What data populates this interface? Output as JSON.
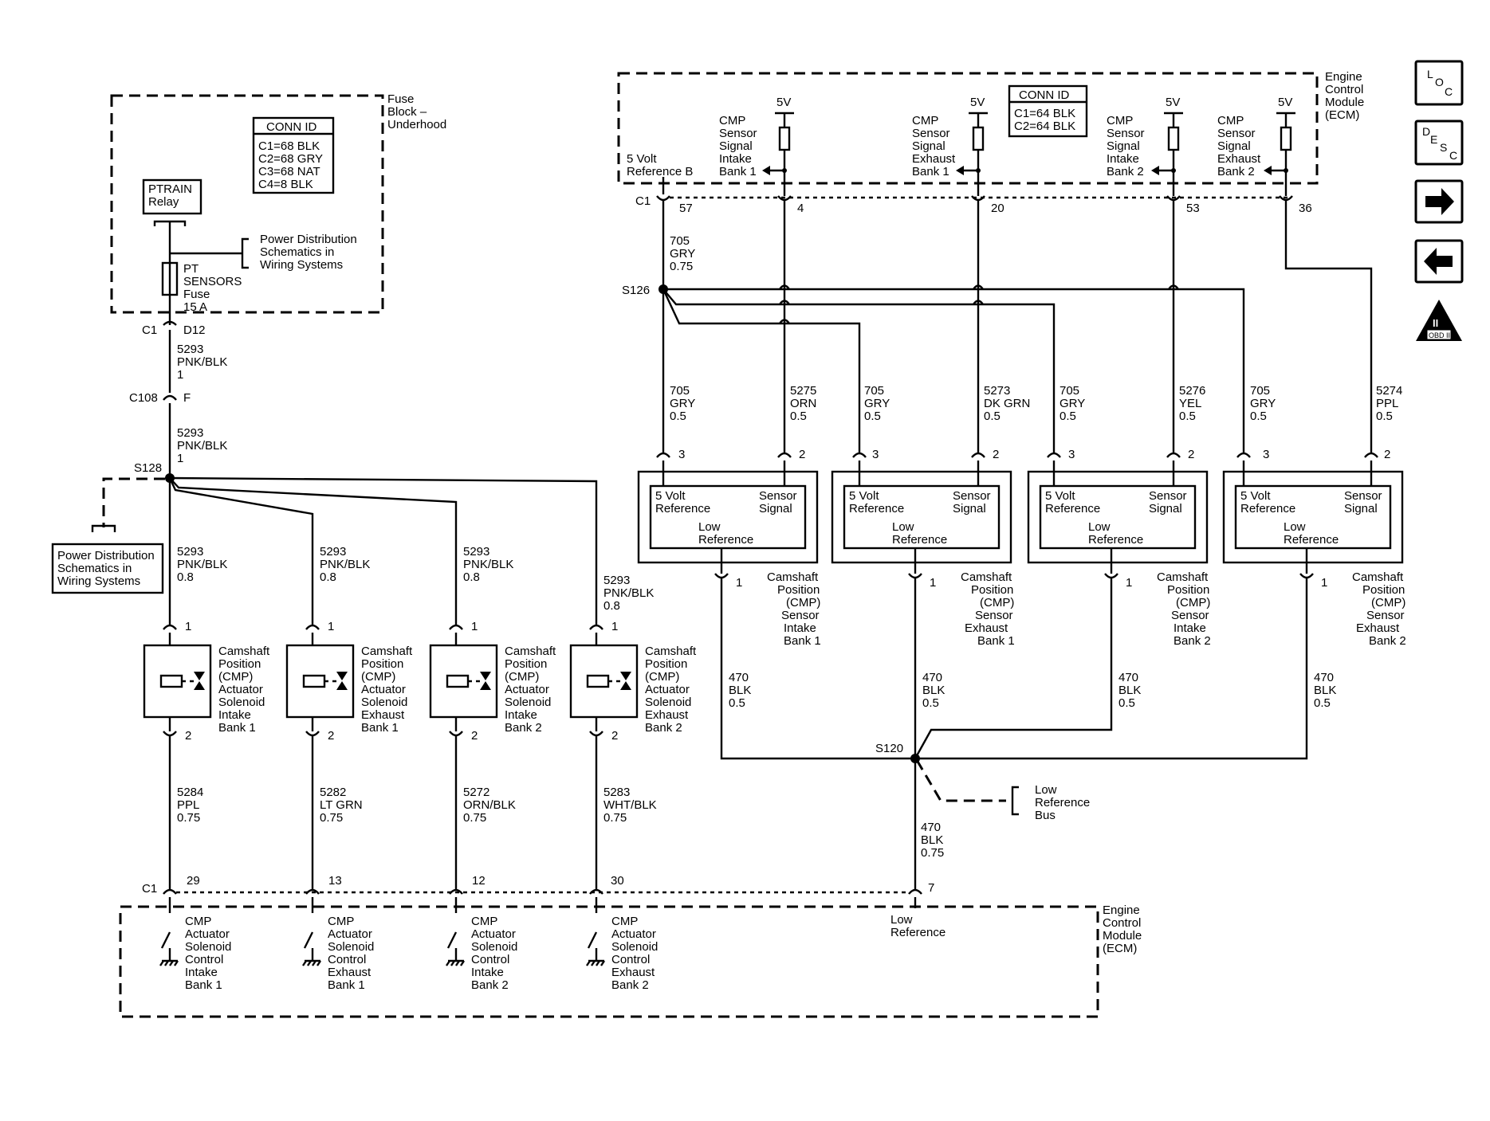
{
  "diagram": {
    "fuse_block": [
      "Fuse",
      "Block –",
      "Underhood"
    ],
    "fuse_conn_id": [
      "CONN ID",
      "C1=68 BLK",
      "C2=68 GRY",
      "C3=68 NAT",
      "C4=8 BLK"
    ],
    "relay": [
      "PTRAIN",
      "Relay"
    ],
    "power_ref_1": [
      "Power Distribution",
      "Schematics in",
      "Wiring Systems"
    ],
    "power_ref_2": [
      "Power Distribution",
      "Schematics in",
      "Wiring Systems"
    ],
    "fuse": [
      "PT",
      "SENSORS",
      "Fuse",
      "15 A"
    ],
    "c1_d12": [
      "C1",
      "D12"
    ],
    "wire_5293_1": [
      "5293",
      "PNK/BLK",
      "1"
    ],
    "c108": [
      "C108",
      "F"
    ],
    "wire_5293_2": [
      "5293",
      "PNK/BLK",
      "1"
    ],
    "s128": "S128",
    "actuator_feeds": [
      [
        "5293",
        "PNK/BLK",
        "0.8"
      ],
      [
        "5293",
        "PNK/BLK",
        "0.8"
      ],
      [
        "5293",
        "PNK/BLK",
        "0.8"
      ],
      [
        "5293",
        "PNK/BLK",
        "0.8"
      ]
    ],
    "actuators": [
      {
        "name": [
          "Camshaft",
          "Position",
          "(CMP)",
          "Actuator",
          "Solenoid",
          "Intake",
          "Bank 1"
        ],
        "wire": [
          "5284",
          "PPL",
          "0.75"
        ],
        "ecm_pin": "29",
        "ecm_label": [
          "CMP",
          "Actuator",
          "Solenoid",
          "Control",
          "Intake",
          "Bank 1"
        ]
      },
      {
        "name": [
          "Camshaft",
          "Position",
          "(CMP)",
          "Actuator",
          "Solenoid",
          "Exhaust",
          "Bank 1"
        ],
        "wire": [
          "5282",
          "LT GRN",
          "0.75"
        ],
        "ecm_pin": "13",
        "ecm_label": [
          "CMP",
          "Actuator",
          "Solenoid",
          "Control",
          "Exhaust",
          "Bank 1"
        ]
      },
      {
        "name": [
          "Camshaft",
          "Position",
          "(CMP)",
          "Actuator",
          "Solenoid",
          "Intake",
          "Bank 2"
        ],
        "wire": [
          "5272",
          "ORN/BLK",
          "0.75"
        ],
        "ecm_pin": "12",
        "ecm_label": [
          "CMP",
          "Actuator",
          "Solenoid",
          "Control",
          "Intake",
          "Bank 2"
        ]
      },
      {
        "name": [
          "Camshaft",
          "Position",
          "(CMP)",
          "Actuator",
          "Solenoid",
          "Exhaust",
          "Bank 2"
        ],
        "wire": [
          "5283",
          "WHT/BLK",
          "0.75"
        ],
        "ecm_pin": "30",
        "ecm_label": [
          "CMP",
          "Actuator",
          "Solenoid",
          "Control",
          "Exhaust",
          "Bank 2"
        ]
      }
    ],
    "pin_1": "1",
    "pin_2": "2",
    "pin_3": "3",
    "bottom_c1": "C1",
    "bottom_ecm": [
      "Engine",
      "Control",
      "Module",
      "(ECM)"
    ],
    "low_ref_label": [
      "Low",
      "Reference"
    ],
    "low_ref_pin": "7",
    "top_ecm": [
      "Engine",
      "Control",
      "Module",
      "(ECM)"
    ],
    "ecm_conn_id": [
      "CONN ID",
      "C1=64 BLK",
      "C2=64 BLK"
    ],
    "five_v_ref_b": [
      "5 Volt",
      "Reference B"
    ],
    "five_v": "5V",
    "top_c1": "C1",
    "pin_57": "57",
    "wire_705_top": [
      "705",
      "GRY",
      "0.75"
    ],
    "s126": "S126",
    "sensor_signals": [
      {
        "label": [
          "CMP",
          "Sensor",
          "Signal",
          "Intake",
          "Bank 1"
        ],
        "pin": "4",
        "wire": [
          "5275",
          "ORN",
          "0.5"
        ]
      },
      {
        "label": [
          "CMP",
          "Sensor",
          "Signal",
          "Exhaust",
          "Bank 1"
        ],
        "pin": "20",
        "wire": [
          "5273",
          "DK GRN",
          "0.5"
        ]
      },
      {
        "label": [
          "CMP",
          "Sensor",
          "Signal",
          "Intake",
          "Bank 2"
        ],
        "pin": "53",
        "wire": [
          "5276",
          "YEL",
          "0.5"
        ]
      },
      {
        "label": [
          "CMP",
          "Sensor",
          "Signal",
          "Exhaust",
          "Bank 2"
        ],
        "pin": "36",
        "wire": [
          "5274",
          "PPL",
          "0.5"
        ]
      }
    ],
    "sensor_ref_wire": [
      "705",
      "GRY",
      "0.5"
    ],
    "sensor_box": {
      "ref": [
        "5 Volt",
        "Reference"
      ],
      "sig": [
        "Sensor",
        "Signal"
      ],
      "low": [
        "Low",
        "Reference"
      ]
    },
    "sensor_names": [
      [
        "Camshaft",
        "Position",
        "(CMP)",
        "Sensor",
        "Intake",
        "Bank 1"
      ],
      [
        "Camshaft",
        "Position",
        "(CMP)",
        "Sensor",
        "Exhaust",
        "Bank 1"
      ],
      [
        "Camshaft",
        "Position",
        "(CMP)",
        "Sensor",
        "Intake",
        "Bank 2"
      ],
      [
        "Camshaft",
        "Position",
        "(CMP)",
        "Sensor",
        "Exhaust",
        "Bank 2"
      ]
    ],
    "sensor_low_wire": [
      "470",
      "BLK",
      "0.5"
    ],
    "s120": "S120",
    "low_ref_bus": [
      "Low",
      "Reference",
      "Bus"
    ],
    "wire_470_main": [
      "470",
      "BLK",
      "0.75"
    ]
  },
  "nav": {
    "loc": [
      "L",
      "O",
      "C"
    ],
    "desc": [
      "D",
      "E",
      "S",
      "C"
    ],
    "obd": [
      "II",
      "OBD II"
    ]
  }
}
